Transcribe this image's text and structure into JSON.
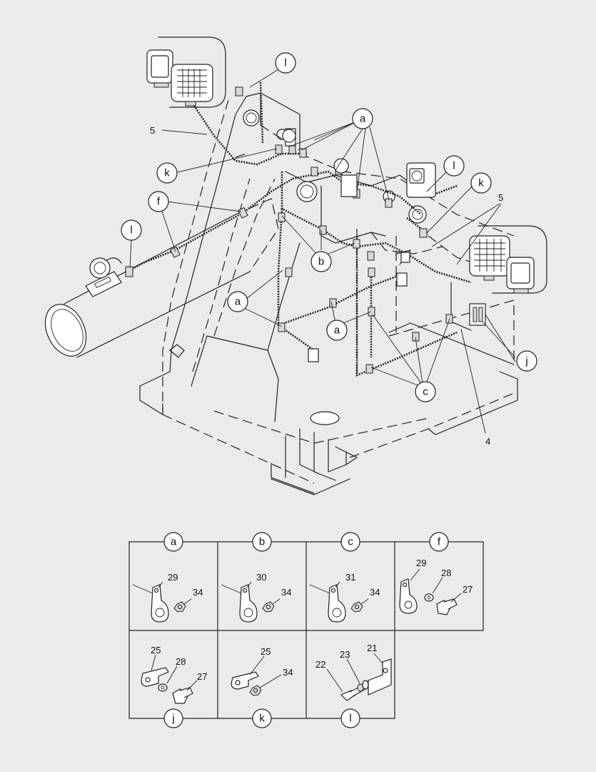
{
  "callouts": {
    "l_top": "l",
    "a_top": "a",
    "k_left": "k",
    "f_left": "f",
    "l_left": "l",
    "l_right": "l",
    "k_right": "k",
    "b_mid": "b",
    "a_left": "a",
    "a_mid": "a",
    "c_bottom": "c",
    "j_right": "j"
  },
  "part_numbers": {
    "p5_left": "5",
    "p5_right": "5",
    "p4": "4"
  },
  "legend": {
    "cells": [
      {
        "key": "a",
        "parts": [
          "29",
          "34"
        ]
      },
      {
        "key": "b",
        "parts": [
          "30",
          "34"
        ]
      },
      {
        "key": "c",
        "parts": [
          "31",
          "34"
        ]
      },
      {
        "key": "f",
        "parts": [
          "29",
          "28",
          "27"
        ]
      },
      {
        "key": "j",
        "parts": [
          "25",
          "28",
          "27"
        ]
      },
      {
        "key": "k",
        "parts": [
          "25",
          "34"
        ]
      },
      {
        "key": "l",
        "parts": [
          "22",
          "23",
          "21"
        ]
      }
    ]
  }
}
